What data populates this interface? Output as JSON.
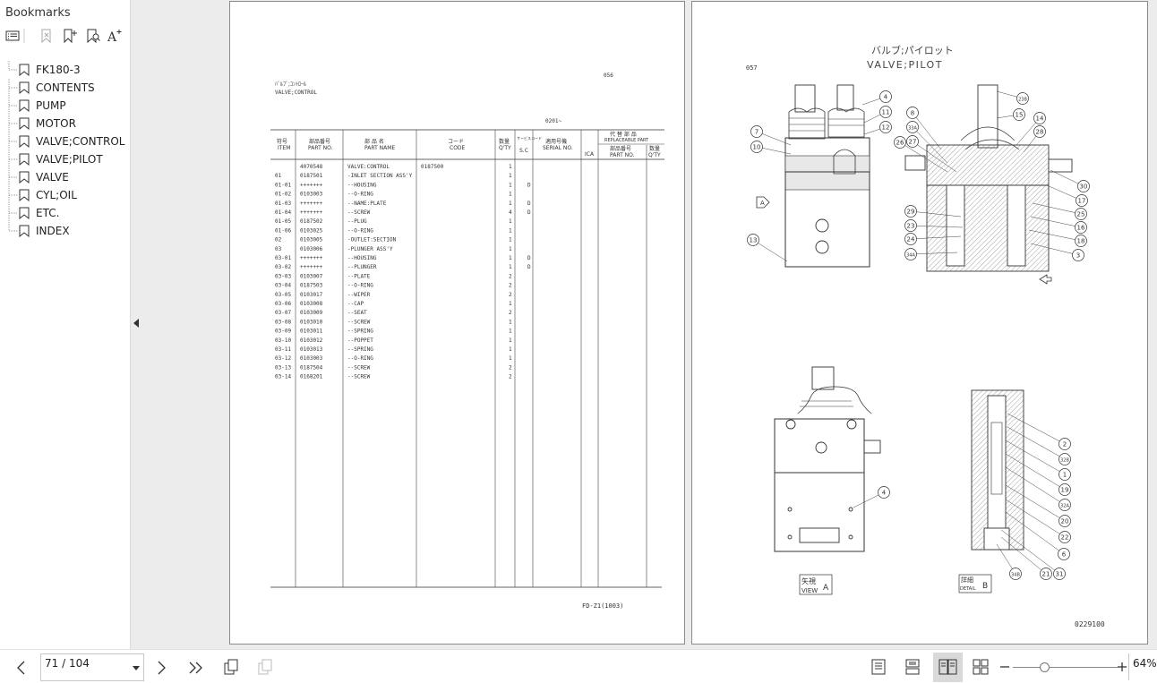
{
  "sidebar": {
    "title": "Bookmarks",
    "tools": [
      "options-icon",
      "delete-bookmark-icon",
      "add-bookmark-icon",
      "find-bookmark-icon",
      "text-size-icon"
    ],
    "items": [
      {
        "label": "FK180-3"
      },
      {
        "label": "CONTENTS"
      },
      {
        "label": "PUMP"
      },
      {
        "label": "MOTOR"
      },
      {
        "label": "VALVE;CONTROL"
      },
      {
        "label": "VALVE;PILOT"
      },
      {
        "label": "VALVE"
      },
      {
        "label": "CYL;OIL"
      },
      {
        "label": "ETC."
      },
      {
        "label": "INDEX"
      }
    ]
  },
  "left_page": {
    "page_no": "056",
    "title_jp": "ﾊﾞﾙﾌﾞ;ｺﾝﾄﾛｰﾙ",
    "title_en": "VALVE;CONTROL",
    "serial_range": "0201~",
    "footer": "FD-Z1(1003)",
    "headers": {
      "item_jp": "符号",
      "item_en": "ITEM",
      "partno_jp": "部品番号",
      "partno_en": "PART NO.",
      "partname_jp": "部 品 名",
      "partname_en": "PART NAME",
      "code_jp": "コード",
      "code_en": "CODE",
      "qty_jp": "数量",
      "qty_en": "Q'TY",
      "svc_jp": "サービスコード",
      "svc_en": "S.C",
      "serial_jp": "適用号機",
      "serial_en": "SERIAL NO.",
      "ica": "ICA",
      "repl_jp": "代 替 部 品",
      "repl_en": "REPLACEABLE PART",
      "repl_partno_jp": "部品番号",
      "repl_partno_en": "PART NO.",
      "repl_qty_jp": "数量",
      "repl_qty_en": "Q'TY"
    },
    "rows": [
      {
        "item": "",
        "part_no": "4070548",
        "name": "VALVE:CONTROL",
        "code": "0187500",
        "qty": "1",
        "sc": ""
      },
      {
        "item": "01",
        "part_no": "0187501",
        "name": "-INLET SECTION ASS'Y",
        "code": "",
        "qty": "1",
        "sc": ""
      },
      {
        "item": "01-01",
        "part_no": "+++++++",
        "name": "--HOUSING",
        "code": "",
        "qty": "1",
        "sc": "D"
      },
      {
        "item": "01-02",
        "part_no": "0103003",
        "name": "--O-RING",
        "code": "",
        "qty": "1",
        "sc": ""
      },
      {
        "item": "01-03",
        "part_no": "+++++++",
        "name": "--NAME:PLATE",
        "code": "",
        "qty": "1",
        "sc": "D"
      },
      {
        "item": "01-04",
        "part_no": "+++++++",
        "name": "--SCREW",
        "code": "",
        "qty": "4",
        "sc": "D"
      },
      {
        "item": "01-05",
        "part_no": "0187502",
        "name": "--PLUG",
        "code": "",
        "qty": "1",
        "sc": ""
      },
      {
        "item": "01-06",
        "part_no": "0103025",
        "name": "--O-RING",
        "code": "",
        "qty": "1",
        "sc": ""
      },
      {
        "item": "02",
        "part_no": "0103005",
        "name": "-OUTLET:SECTION",
        "code": "",
        "qty": "1",
        "sc": ""
      },
      {
        "item": "03",
        "part_no": "0103006",
        "name": "-PLUNGER ASS'Y",
        "code": "",
        "qty": "1",
        "sc": ""
      },
      {
        "item": "03-01",
        "part_no": "+++++++",
        "name": "--HOUSING",
        "code": "",
        "qty": "1",
        "sc": "D"
      },
      {
        "item": "03-02",
        "part_no": "+++++++",
        "name": "--PLUNGER",
        "code": "",
        "qty": "1",
        "sc": "D"
      },
      {
        "item": "03-03",
        "part_no": "0103007",
        "name": "--PLATE",
        "code": "",
        "qty": "2",
        "sc": ""
      },
      {
        "item": "03-04",
        "part_no": "0187503",
        "name": "--O-RING",
        "code": "",
        "qty": "2",
        "sc": ""
      },
      {
        "item": "03-05",
        "part_no": "0103017",
        "name": "--WIPER",
        "code": "",
        "qty": "2",
        "sc": ""
      },
      {
        "item": "03-06",
        "part_no": "0103008",
        "name": "--CAP",
        "code": "",
        "qty": "1",
        "sc": ""
      },
      {
        "item": "03-07",
        "part_no": "0103009",
        "name": "--SEAT",
        "code": "",
        "qty": "2",
        "sc": ""
      },
      {
        "item": "03-08",
        "part_no": "0103010",
        "name": "--SCREW",
        "code": "",
        "qty": "1",
        "sc": ""
      },
      {
        "item": "03-09",
        "part_no": "0103011",
        "name": "--SPRING",
        "code": "",
        "qty": "1",
        "sc": ""
      },
      {
        "item": "03-10",
        "part_no": "0103012",
        "name": "--POPPET",
        "code": "",
        "qty": "1",
        "sc": ""
      },
      {
        "item": "03-11",
        "part_no": "0103013",
        "name": "--SPRING",
        "code": "",
        "qty": "1",
        "sc": ""
      },
      {
        "item": "03-12",
        "part_no": "0103003",
        "name": "--O-RING",
        "code": "",
        "qty": "1",
        "sc": ""
      },
      {
        "item": "03-13",
        "part_no": "0187504",
        "name": "--SCREW",
        "code": "",
        "qty": "2",
        "sc": ""
      },
      {
        "item": "03-14",
        "part_no": "0168201",
        "name": "--SCREW",
        "code": "",
        "qty": "2",
        "sc": ""
      }
    ]
  },
  "right_page": {
    "title_jp": "バルブ;パイロット",
    "title_en": "VALVE;PILOT",
    "page_no": "057",
    "drawing_no": "0229100",
    "view_a_jp": "矢視",
    "view_a_en": "VIEW",
    "view_a_letter": "A",
    "detail_b_jp": "詳細",
    "detail_b_en": "DETAIL",
    "detail_b_letter": "B",
    "callout_a": "A",
    "callouts_top_left": [
      "7",
      "10",
      "4",
      "11",
      "12",
      "13"
    ],
    "callouts_top_right": [
      "23B",
      "15",
      "14",
      "28",
      "8",
      "33A",
      "26",
      "27",
      "30",
      "17",
      "25",
      "16",
      "18",
      "3",
      "29",
      "23",
      "24",
      "34A"
    ],
    "callouts_bottom": [
      "4"
    ],
    "callouts_detail": [
      "2",
      "32B",
      "1",
      "19",
      "32A",
      "20",
      "22",
      "6",
      "31",
      "21",
      "34B"
    ]
  },
  "toolbar": {
    "page_indicator": "71 / 104",
    "zoom": "64%"
  }
}
